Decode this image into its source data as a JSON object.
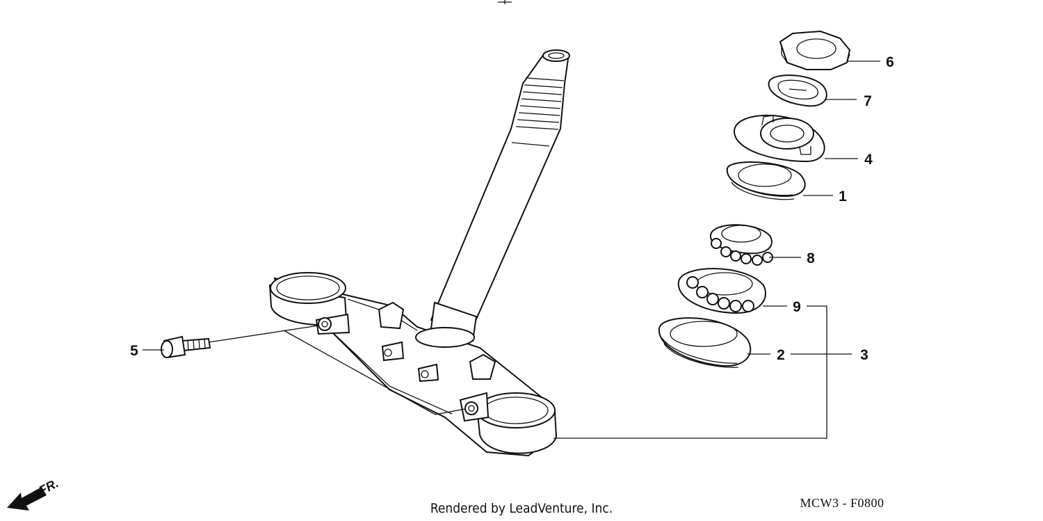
{
  "diagram": {
    "callouts": {
      "c1": "1",
      "c2": "2",
      "c3": "3",
      "c4": "4",
      "c5": "5",
      "c6": "6",
      "c7": "7",
      "c8": "8",
      "c9": "9"
    },
    "direction_label": "FR.",
    "icons": [
      "front-direction-arrow-icon"
    ],
    "parts": [
      "steering-stem",
      "bottom-bridge",
      "bolt",
      "lock-nut",
      "lock-washer",
      "adjust-nut",
      "outer-race",
      "upper-bearing",
      "lower-bearing",
      "inner-race"
    ]
  },
  "footer": {
    "credit": "Rendered by LeadVenture, Inc.",
    "code": "MCW3 - F0800"
  }
}
